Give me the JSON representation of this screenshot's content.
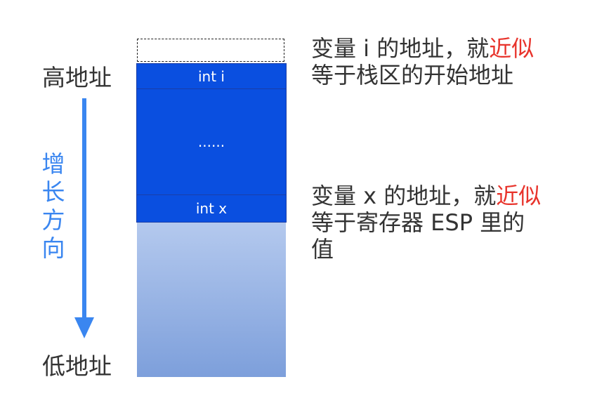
{
  "labels": {
    "high_address": "高地址",
    "low_address": "低地址",
    "growth_direction": "增长方向"
  },
  "stack": {
    "cells": [
      "int i",
      "......",
      "int x"
    ]
  },
  "notes": {
    "var_i": {
      "line1_prefix": "变量 i 的地址，就",
      "line1_highlight": "近似",
      "line2": "等于栈区的开始地址"
    },
    "var_x": {
      "line1_prefix": "变量 x 的地址，就",
      "line1_highlight": "近似",
      "line2": "等于寄存器 ESP 里的",
      "line3": "值"
    }
  },
  "colors": {
    "stack_used": "#0a4fe0",
    "stack_free_top": "#b4c9ee",
    "stack_free_bottom": "#7d9fdb",
    "arrow": "#3a86f0",
    "highlight": "#e8332b",
    "text": "#333333"
  }
}
